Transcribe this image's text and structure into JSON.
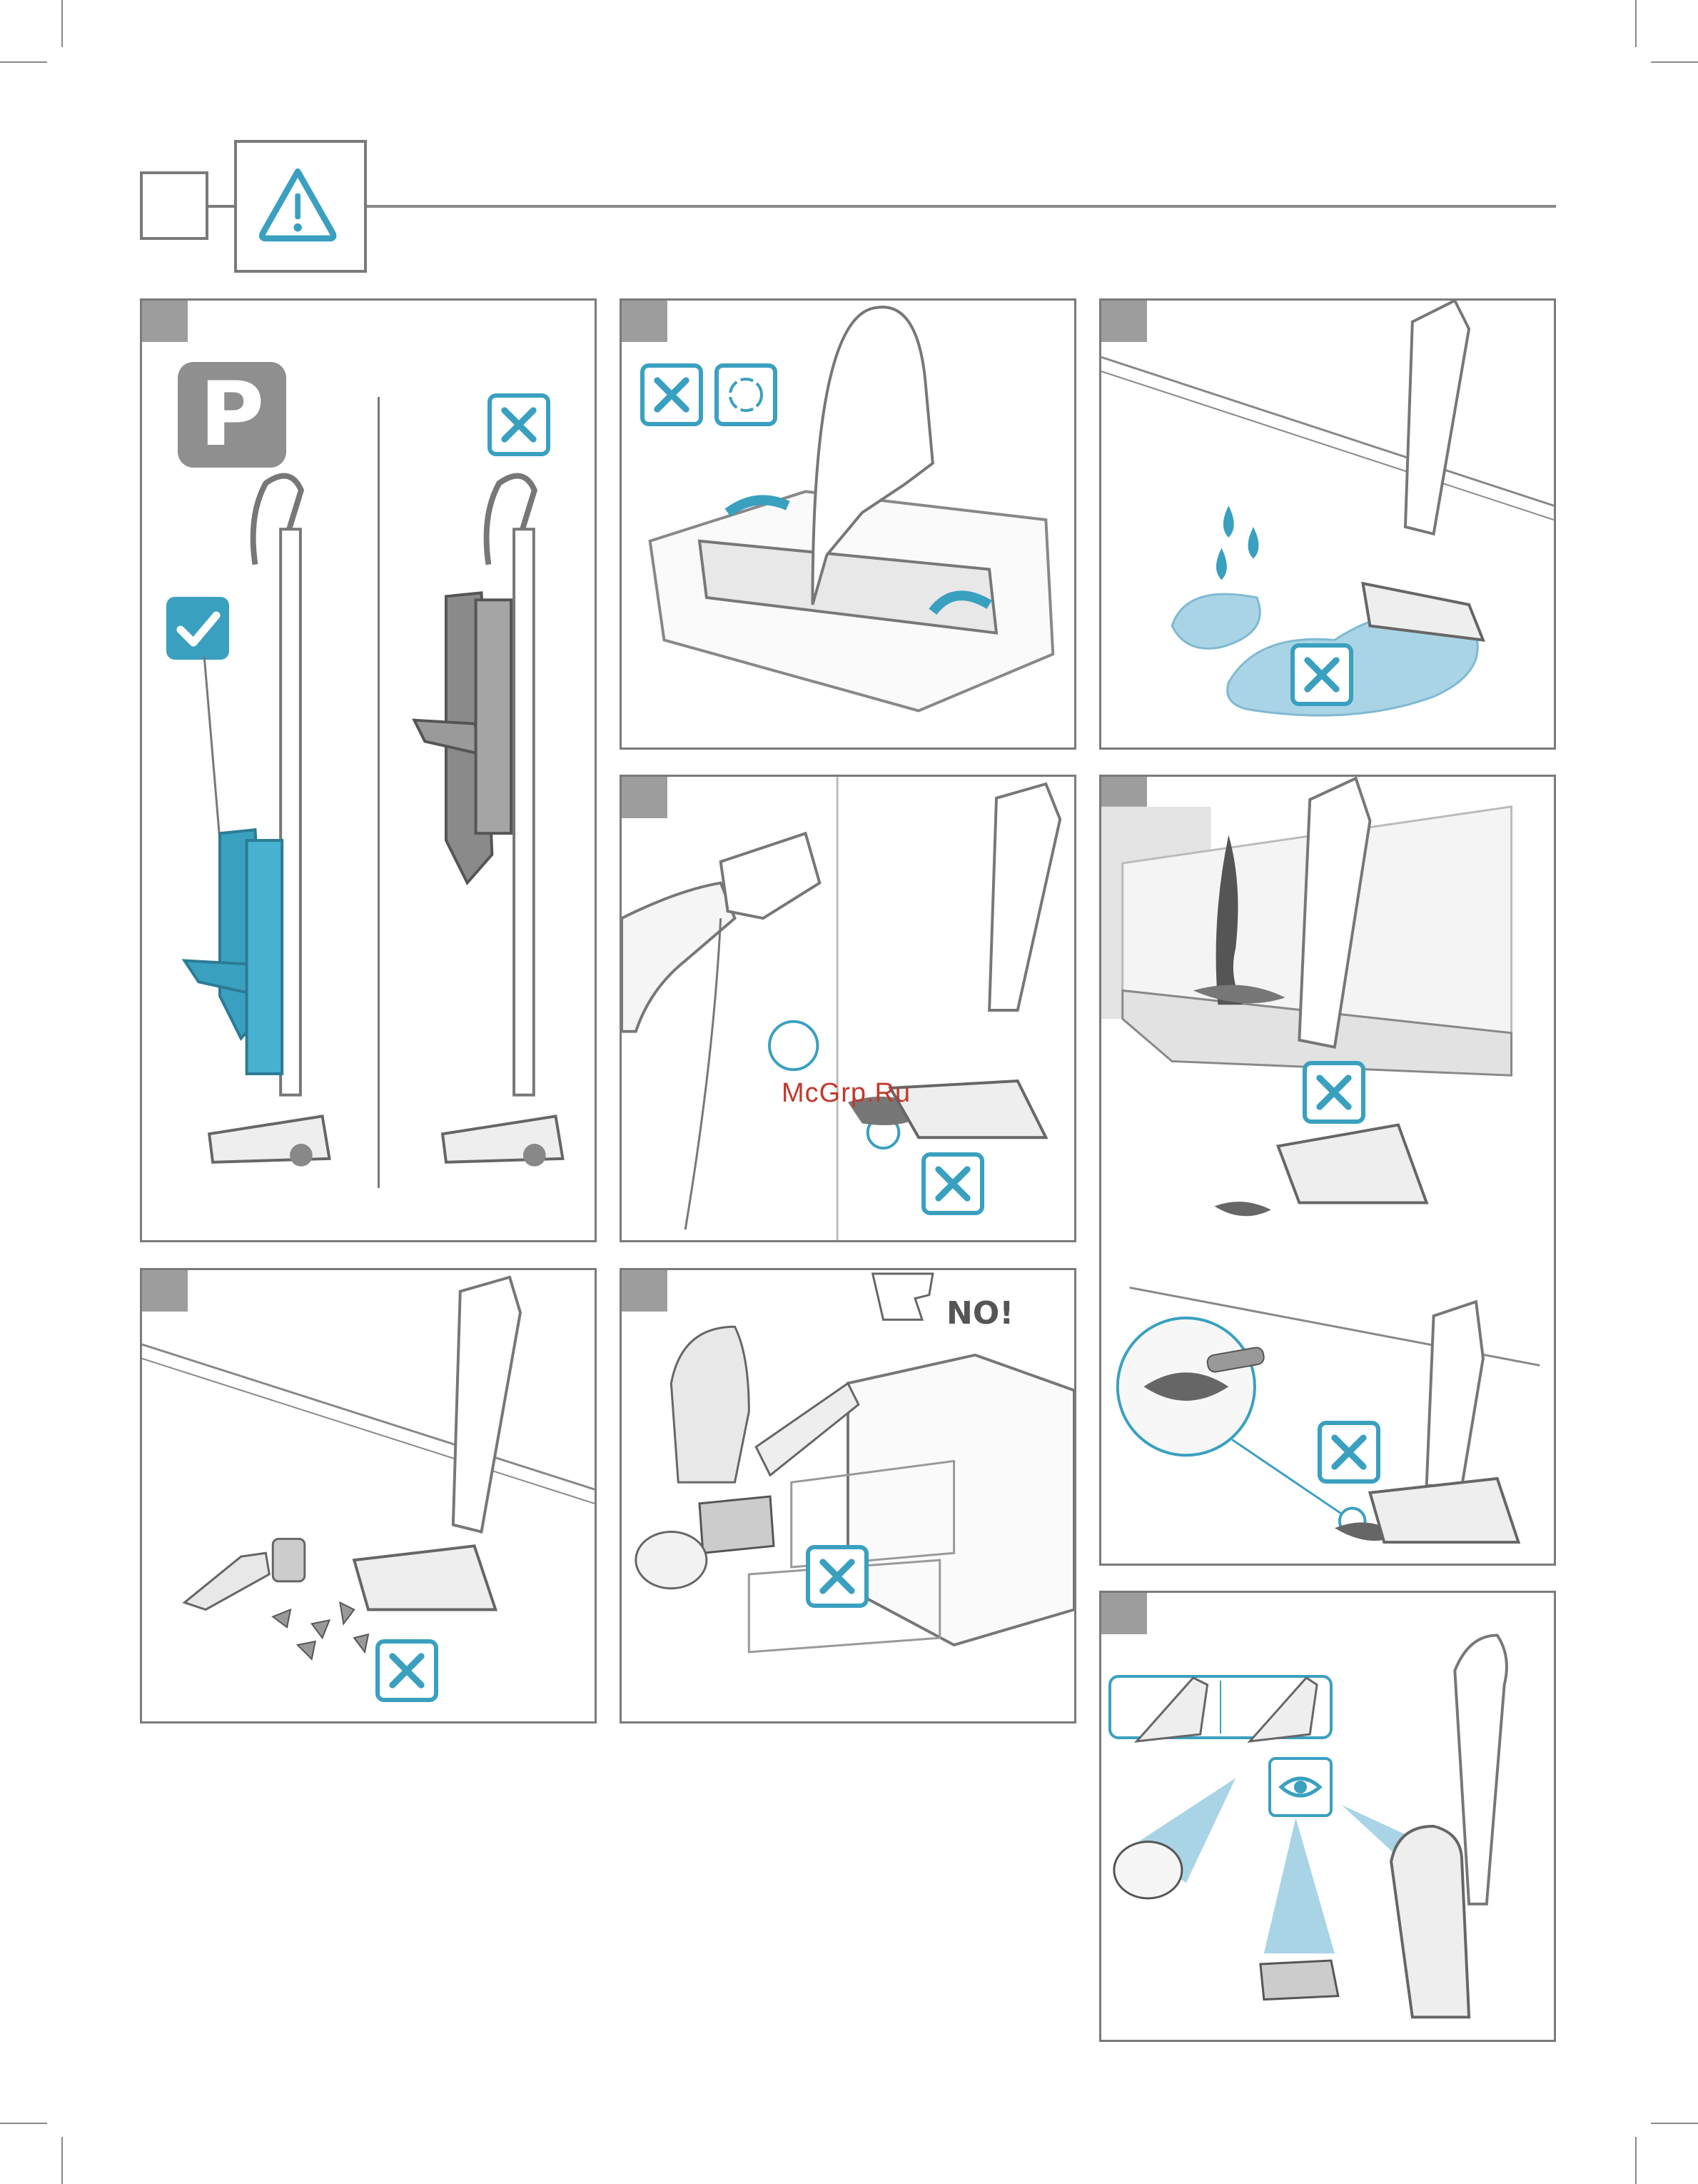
{
  "header": {
    "number_box_label": "",
    "warning_icon": "warning-triangle-icon"
  },
  "watermark": "McGrp.Ru",
  "panels": {
    "parking": {
      "badge": "P",
      "ok_icon": "checkmark-icon",
      "no_icon": "cross-icon"
    },
    "brush_roll": {
      "no_icon": "cross-icon",
      "rotate_icon": "rotation-icon"
    },
    "wet_floor": {
      "no_icon": "cross-icon"
    },
    "fine_dust": {
      "no_icon": "cross-icon"
    },
    "fireplace": {
      "no_icon_top": "cross-icon",
      "no_icon_bottom": "cross-icon"
    },
    "glass_shards": {
      "no_icon": "cross-icon"
    },
    "dishwasher": {
      "no_label": "NO!",
      "no_icon": "cross-icon",
      "washing-icon": "washing-icon"
    },
    "check_parts": {
      "eye_icon": "eye-icon"
    }
  },
  "colors": {
    "accent": "#3aa0c0",
    "frame": "#7a7a7a",
    "tab": "#9d9d9d",
    "water": "#a9d4e6"
  }
}
